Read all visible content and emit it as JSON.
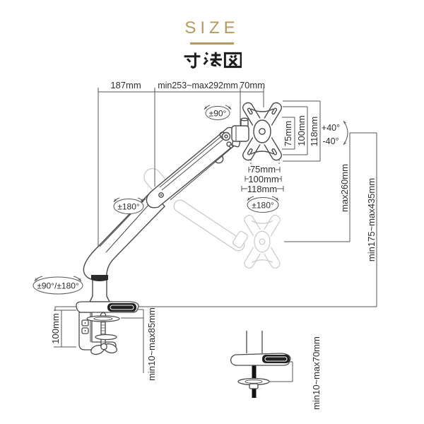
{
  "header": {
    "eyebrow": "SIZE",
    "title": "寸法図"
  },
  "colors": {
    "accent": "#b6995b",
    "line": "#4a4a4a",
    "ghost": "#c9c9c9"
  },
  "annotations": {
    "arm_rear_length": "187mm",
    "arm_reach_range": "min253~max292mm",
    "head_depth": "70mm",
    "head_swivel": "±90°",
    "tilt_up": "+40°",
    "tilt_down": "-40°",
    "vesa_right": [
      "75mm",
      "100mm",
      "118mm"
    ],
    "vesa_bottom": [
      "75mm",
      "100mm",
      "118mm"
    ],
    "plate_rotation": "±180°",
    "elbow_rotation": "±180°",
    "base_rotation": "±90°/±180°",
    "lift_max": "max260mm",
    "height_range": "min175~max435mm",
    "clamp_height": "100mm",
    "clamp_desk_range": "min10~max85mm",
    "grommet_desk_range": "min10~max70mm"
  }
}
